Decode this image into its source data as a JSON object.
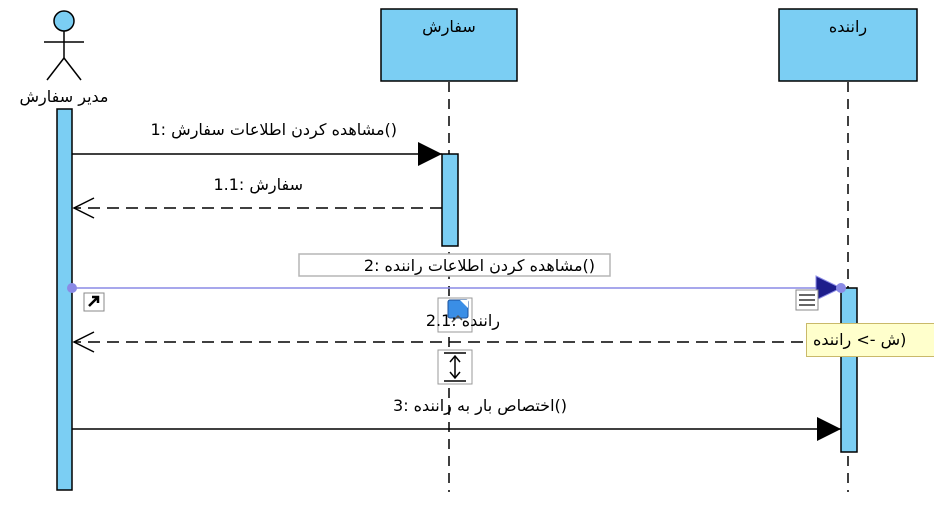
{
  "colors": {
    "lifeline_fill": "#7bcef3",
    "lifeline_stroke": "#000000",
    "selection": "#8a8ae6",
    "tooltip_bg": "#ffffcc"
  },
  "actor": {
    "label": "مدیر سفارش"
  },
  "lifelines": [
    {
      "label": "سفارش"
    },
    {
      "label": "راننده"
    }
  ],
  "messages": [
    {
      "label": "1: مشاهده کردن اطلاعات سفارش()",
      "kind": "call"
    },
    {
      "label": "1.1: سفارش",
      "kind": "return"
    },
    {
      "label": "2: مشاهده کردن اطلاعات راننده()",
      "kind": "call",
      "selected": true
    },
    {
      "label": "2.1: راننده",
      "kind": "return"
    },
    {
      "label": "3: اختصاص بار به راننده()",
      "kind": "call"
    }
  ],
  "tooltip": {
    "text": "ش -> راننده)"
  },
  "toolbar_icons": [
    "open-spec-icon",
    "model-element-icon",
    "resize-icon",
    "sequence-number-icon"
  ]
}
